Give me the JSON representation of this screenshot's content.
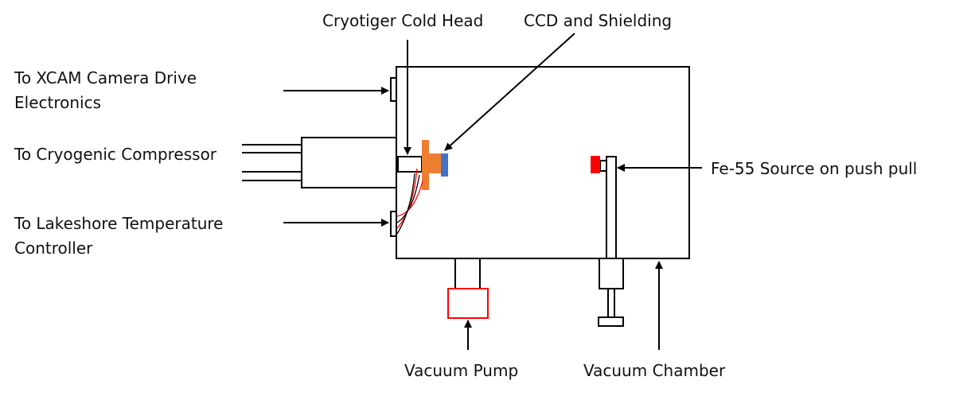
{
  "labels": {
    "cold_head": "Cryotiger Cold Head",
    "ccd": "CCD and Shielding",
    "xcam_line1": "To XCAM Camera Drive",
    "xcam_line2": "Electronics",
    "compressor": "To Cryogenic Compressor",
    "lakeshore_line1": "To Lakeshore Temperature",
    "lakeshore_line2": "Controller",
    "fe55": "Fe-55 Source on push pull",
    "vacuum_pump": "Vacuum Pump",
    "vacuum_chamber": "Vacuum Chamber"
  },
  "colors": {
    "line": "#000000",
    "ccd_mount": "#ED7D31",
    "ccd": "#4472C4",
    "source": "#FF0000",
    "pump": "#FF0000",
    "wire_red": "#FF0000",
    "wire_black": "#000000"
  }
}
